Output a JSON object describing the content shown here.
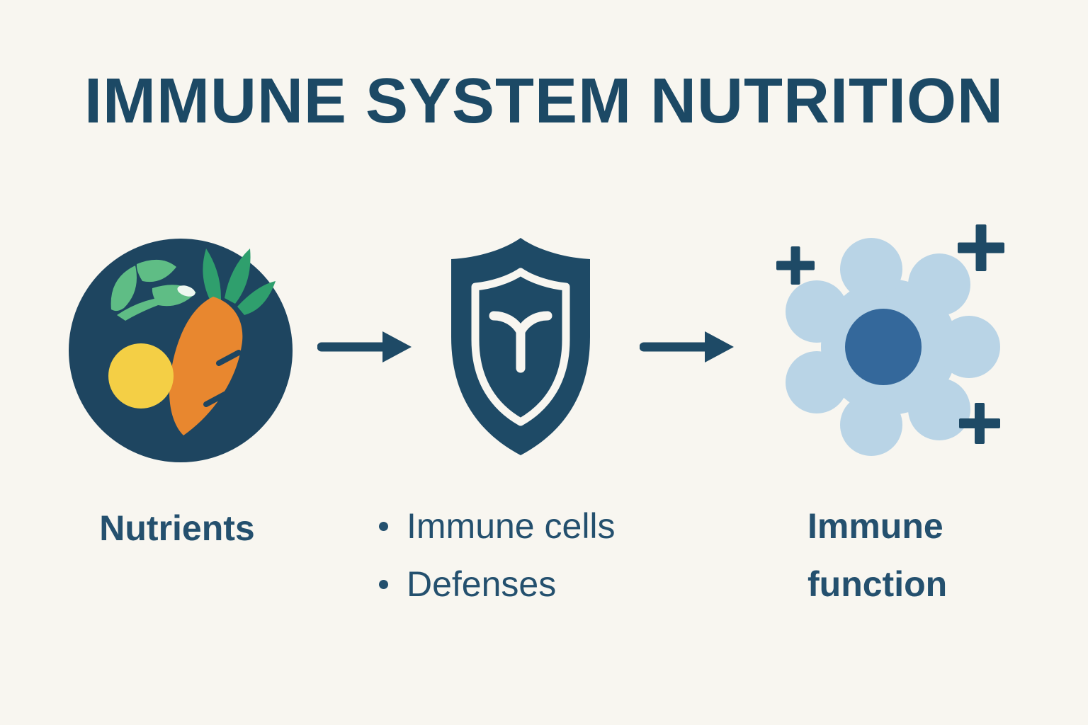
{
  "title": "IMMUNE SYSTEM NUTRITION",
  "steps": [
    {
      "name": "nutrients",
      "icon": "nutrients-circle-icon",
      "label": "Nutrients"
    },
    {
      "name": "immune-cells-and-defenses",
      "icon": "shield-icon",
      "items": [
        "Immune cells",
        "Defenses"
      ]
    },
    {
      "name": "immune-function",
      "icon": "immune-cell-icon",
      "label_lines": [
        "Immune",
        "function"
      ]
    }
  ],
  "colors": {
    "background": "#f8f6f0",
    "navy": "#1e4a66",
    "text_navy": "#24506e",
    "carrot_orange": "#e8872f",
    "sprig_green": "#5fbd85",
    "carrot_top_green": "#2f9f6d",
    "lemon_yellow": "#f4cf45",
    "cell_body_blue": "#b9d4e6",
    "nucleus_blue": "#34689b"
  }
}
